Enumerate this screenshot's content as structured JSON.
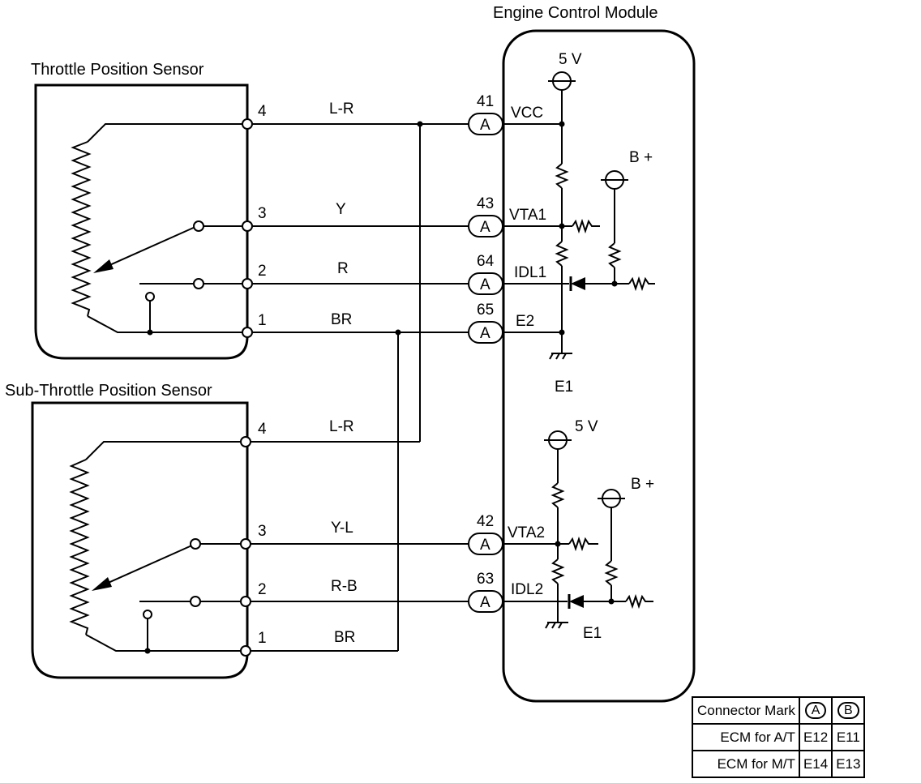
{
  "ecm": {
    "title": "Engine Control Module"
  },
  "tps": {
    "title": "Throttle Position Sensor"
  },
  "sub_tps": {
    "title": "Sub-Throttle Position Sensor"
  },
  "tps_pins": [
    "4",
    "3",
    "2",
    "1"
  ],
  "sub_pins": [
    "4",
    "3",
    "2",
    "1"
  ],
  "tps_wires": [
    "L-R",
    "Y",
    "R",
    "BR"
  ],
  "sub_wires": [
    "L-R",
    "Y-L",
    "R-B",
    "BR"
  ],
  "ecm_pins": [
    "41",
    "43",
    "64",
    "65",
    "42",
    "63"
  ],
  "connector_mark": "A",
  "signals": [
    "VCC",
    "VTA1",
    "IDL1",
    "E2",
    "VTA2",
    "IDL2"
  ],
  "power": {
    "v5": "5 V",
    "bplus": "B +"
  },
  "ground": "E1",
  "table": {
    "header": "Connector Mark",
    "mark_a": "A",
    "mark_b": "B",
    "rows": [
      {
        "label": "ECM for A/T",
        "a": "E12",
        "b": "E11"
      },
      {
        "label": "ECM for M/T",
        "a": "E14",
        "b": "E13"
      }
    ]
  }
}
